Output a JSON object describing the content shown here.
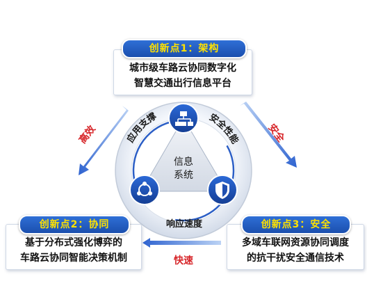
{
  "innovations": [
    {
      "title": "创新点1：架构",
      "lines": [
        "城市级车路云协同数字化",
        "智慧交通出行信息平台"
      ]
    },
    {
      "title": "创新点2：协同",
      "lines": [
        "基于分布式强化博弈的",
        "车路云协同智能决策机制"
      ]
    },
    {
      "title": "创新点3：安全",
      "lines": [
        "多域车联网资源协同调度",
        "的抗干扰安全通信技术"
      ]
    }
  ],
  "side_labels": {
    "left": "高效",
    "right": "安全",
    "bottom": "快速"
  },
  "ring": {
    "top_left": "应用支撑",
    "top_right": "安全性能",
    "bottom": "响应速度",
    "center": [
      "信息",
      "系统"
    ]
  },
  "icons": {
    "top": "network-hierarchy-icon",
    "left": "share-nodes-icon",
    "right": "shield-icon"
  },
  "colors": {
    "title_bg": "#1f5cc2",
    "title_text": "#ffe200",
    "side_label": "#d7262a",
    "icon_circle": "#1f4fb0"
  }
}
